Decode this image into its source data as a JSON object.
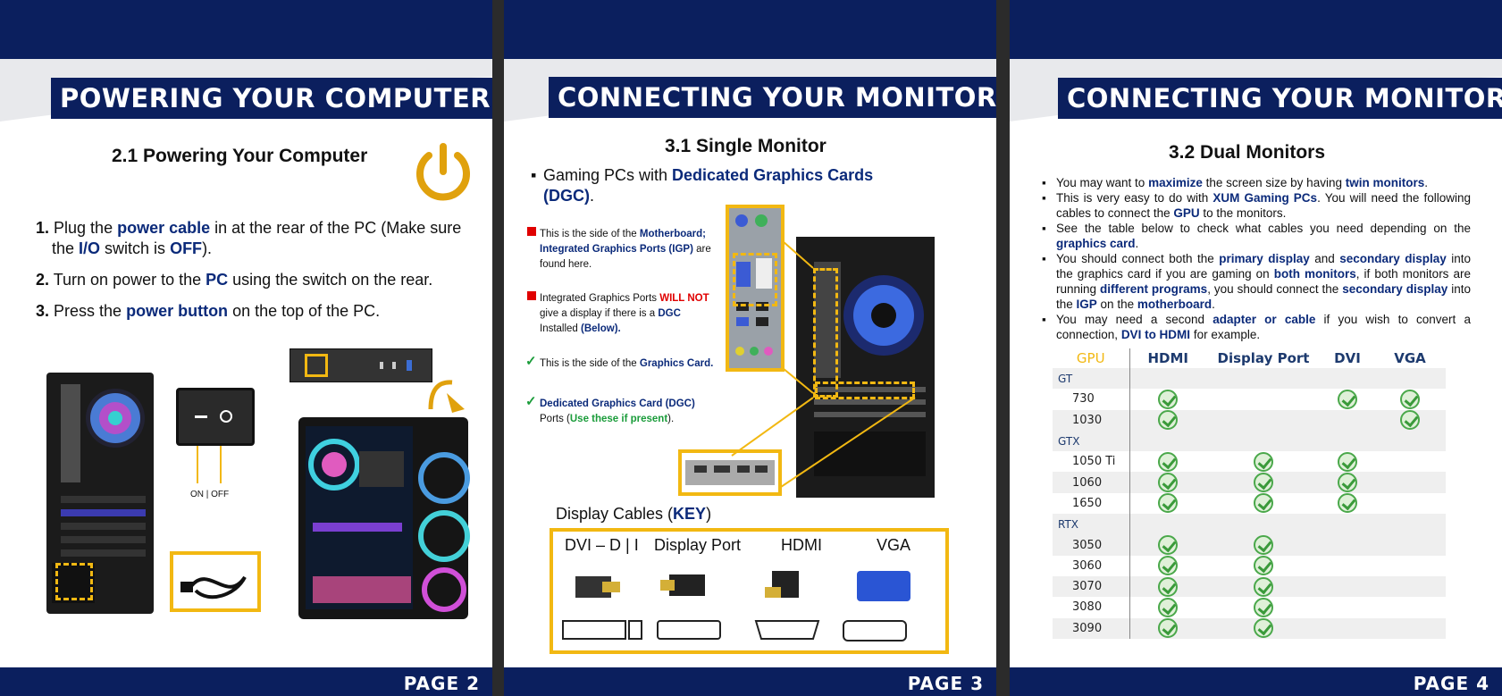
{
  "page2": {
    "title": "POWERING YOUR COMPUTER",
    "section": "2.1  Powering Your Computer",
    "steps": [
      {
        "num": "1.",
        "pre": "Plug the ",
        "hl1": "power cable",
        "mid": " in at the rear of the PC (Make sure the ",
        "hl2": "I/O",
        "mid2": " switch is ",
        "hl3": "OFF",
        "post": ")."
      },
      {
        "num": "2.",
        "pre": "Turn on power to the ",
        "hl1": "PC",
        "post": " using the switch on the rear."
      },
      {
        "num": "3.",
        "pre": "Press the ",
        "hl1": "power button",
        "post": " on the top of the PC."
      }
    ],
    "switch_label": "ON | OFF",
    "page_label": "PAGE 2",
    "icon": "power-icon"
  },
  "page3": {
    "title": "CONNECTING YOUR MONITOR",
    "section": "3.1 Single Monitor",
    "bullet": {
      "pre": "Gaming PCs with ",
      "hl": "Dedicated Graphics Cards (DGC)",
      "post": "."
    },
    "notes": [
      {
        "marker": "square",
        "a": "This is the side of the ",
        "b": "Motherboard; Integrated Graphics Ports (IGP)",
        "c": " are found here."
      },
      {
        "marker": "square",
        "a": "Integrated Graphics Ports ",
        "b": "WILL NOT",
        "c": " give a display if there is a ",
        "d": "DGC",
        "e": " Installed ",
        "f": "(Below)."
      },
      {
        "marker": "check",
        "a": "This is the side of the ",
        "b": "Graphics Card."
      },
      {
        "marker": "check",
        "a": "Dedicated Graphics Card (DGC)",
        "b": " Ports (",
        "c": "Use these if present",
        "d": ")."
      }
    ],
    "key_label": "Display Cables (",
    "key_hl": "KEY",
    "key_end": ")",
    "cables": [
      "DVI – D | I",
      "Display Port",
      "HDMI",
      "VGA"
    ],
    "page_label": "PAGE 3"
  },
  "page4": {
    "title": "CONNECTING YOUR MONITOR",
    "section": "3.2 Dual Monitors",
    "bullets": [
      [
        "You may want to ",
        {
          "b": "maximize"
        },
        " the screen size by having ",
        {
          "b": "twin monitors"
        },
        "."
      ],
      [
        "This is very easy to do with ",
        {
          "b": "XUM Gaming PCs"
        },
        ". You will need the following cables to connect the ",
        {
          "b": "GPU"
        },
        " to the monitors."
      ],
      [
        "See the table below to check what cables you need depending on the ",
        {
          "b": "graphics card"
        },
        "."
      ],
      [
        "You should connect both the ",
        {
          "b": "primary display"
        },
        " and ",
        {
          "b": "secondary display"
        },
        " into the graphics card if you are gaming on ",
        {
          "b": "both monitors"
        },
        ", if both monitors are running ",
        {
          "b": "different programs"
        },
        ", you should connect the ",
        {
          "b": "secondary display"
        },
        " into the ",
        {
          "b": "IGP"
        },
        " on the ",
        {
          "b": "motherboard"
        },
        "."
      ],
      [
        "You may need a second ",
        {
          "b": "adapter or cable"
        },
        " if you wish to convert a connection, ",
        {
          "b": "DVI to HDMI"
        },
        " for example."
      ]
    ],
    "table": {
      "headers": [
        "GPU",
        "HDMI",
        "Display Port",
        "DVI",
        "VGA"
      ],
      "rows": [
        {
          "group": "GT"
        },
        {
          "name": "730",
          "hdmi": true,
          "dp": false,
          "dvi": true,
          "vga": true
        },
        {
          "name": "1030",
          "hdmi": true,
          "dp": false,
          "dvi": false,
          "vga": true
        },
        {
          "group": "GTX"
        },
        {
          "name": "1050 Ti",
          "hdmi": true,
          "dp": true,
          "dvi": true,
          "vga": false
        },
        {
          "name": "1060",
          "hdmi": true,
          "dp": true,
          "dvi": true,
          "vga": false
        },
        {
          "name": "1650",
          "hdmi": true,
          "dp": true,
          "dvi": true,
          "vga": false
        },
        {
          "group": "RTX"
        },
        {
          "name": "3050",
          "hdmi": true,
          "dp": true,
          "dvi": false,
          "vga": false
        },
        {
          "name": "3060",
          "hdmi": true,
          "dp": true,
          "dvi": false,
          "vga": false
        },
        {
          "name": "3070",
          "hdmi": true,
          "dp": true,
          "dvi": false,
          "vga": false
        },
        {
          "name": "3080",
          "hdmi": true,
          "dp": true,
          "dvi": false,
          "vga": false
        },
        {
          "name": "3090",
          "hdmi": true,
          "dp": true,
          "dvi": false,
          "vga": false
        }
      ]
    },
    "page_label": "PAGE 4"
  },
  "colors": {
    "navy": "#0b1f5e",
    "accent_yellow": "#f2b812",
    "highlight_blue": "#0b2a7a",
    "warning_red": "#e00000",
    "check_green": "#1a9c3a"
  }
}
